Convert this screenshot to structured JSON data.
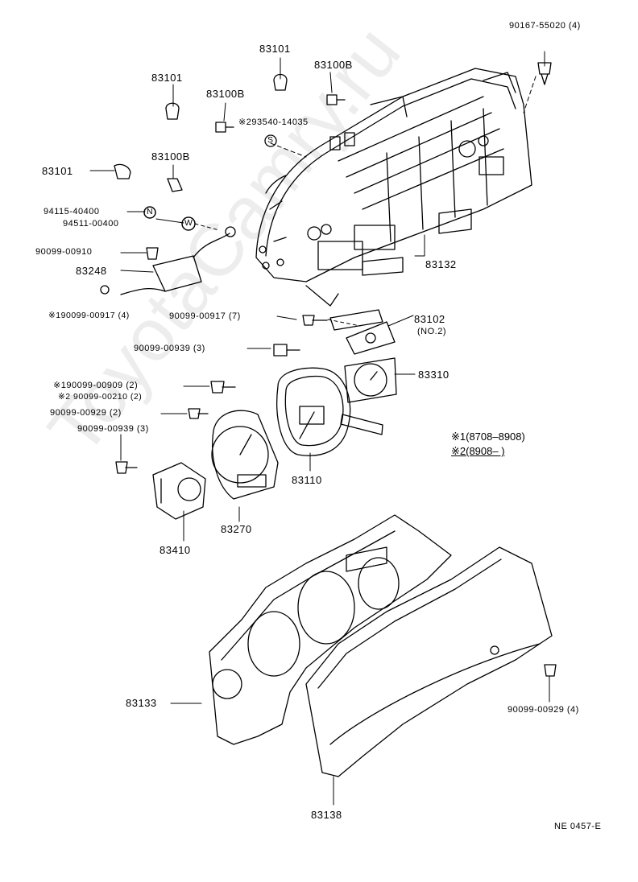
{
  "diagram_code": "NE 0457-E",
  "watermark": "ToyotaCamry.ru",
  "legend": {
    "line1": "※1(8708–8908)",
    "line2": "※2(8908–       )"
  },
  "parts": {
    "p1": "90167-55020 (4)",
    "p2": "83101",
    "p3": "83100B",
    "p4": "83101",
    "p5": "83100B",
    "p6": "※293540-14035",
    "p7": "83100B",
    "p8": "83101",
    "p9": "94115-40400",
    "p10": "94511-00400",
    "p11": "90099-00910",
    "p12": "83248",
    "p13": "83132",
    "p14": "※190099-00917 (4)",
    "p15": "90099-00917 (7)",
    "p16": "83102",
    "p17": "(NO.2)",
    "p18": "90099-00939 (3)",
    "p19": "83310",
    "p20": "※190099-00909 (2)",
    "p21": "※2 90099-00210 (2)",
    "p22": "90099-00929 (2)",
    "p23": "90099-00939 (3)",
    "p24": "83110",
    "p25": "83270",
    "p26": "83410",
    "p27": "83133",
    "p28": "90099-00929 (4)",
    "p29": "83138"
  },
  "markers": {
    "n": "N",
    "w": "W",
    "s": "S"
  }
}
